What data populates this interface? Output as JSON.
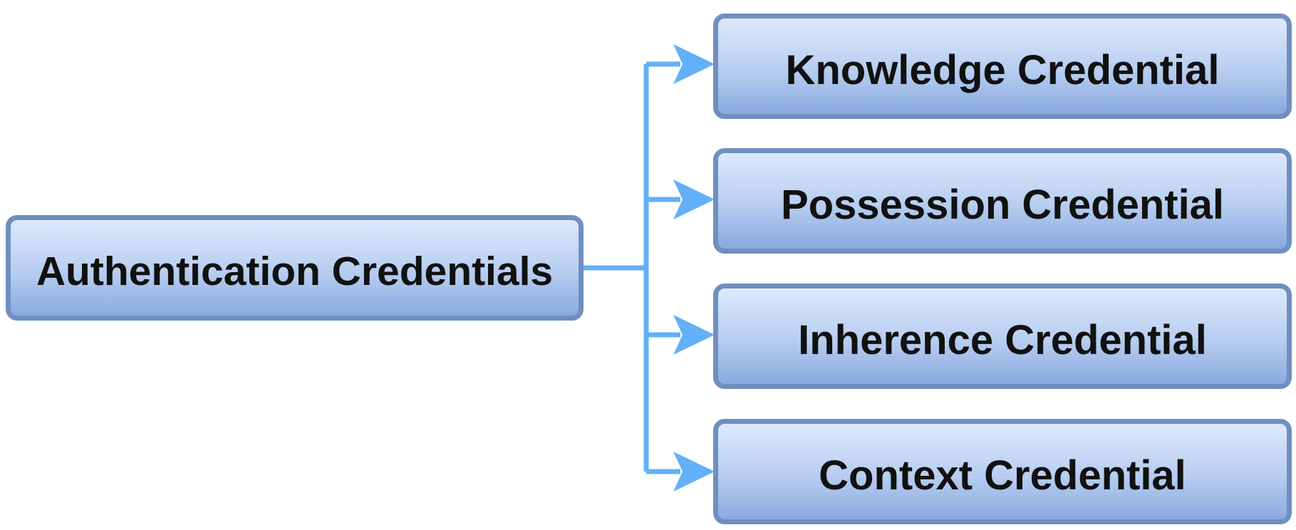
{
  "diagram": {
    "root": {
      "label": "Authentication Credentials"
    },
    "children": [
      {
        "label": "Knowledge Credential"
      },
      {
        "label": "Possession Credential"
      },
      {
        "label": "Inherence Credential"
      },
      {
        "label": "Context Credential"
      }
    ],
    "colors": {
      "connector": "#62b0f7",
      "box_border": "#6f8fbf",
      "box_fill_top": "#dde9fc",
      "box_fill_bottom": "#89a9e0",
      "text": "#111111"
    }
  }
}
